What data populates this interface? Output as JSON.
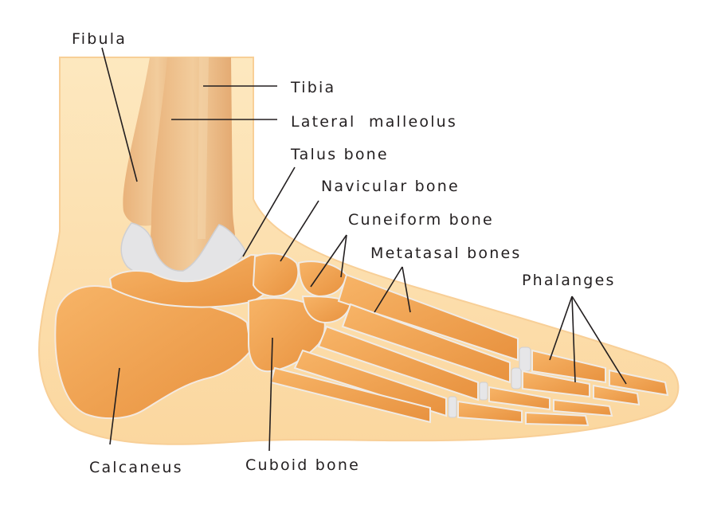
{
  "labels": {
    "fibula": "Fibula",
    "tibia": "Tibia",
    "lateral_malleolus": "Lateral  malleolus",
    "talus": "Talus bone",
    "navicular": "Navicular bone",
    "cuneiform": "Cuneiform bone",
    "metatarsal": "Metatasal bones",
    "phalanges": "Phalanges",
    "calcaneus": "Calcaneus",
    "cuboid": "Cuboid bone"
  },
  "colors": {
    "skin": "#fde3b3",
    "skin_edge": "#f7c98c",
    "bone": "#f0a050",
    "bone_light": "#f6b366",
    "bone_dark": "#e08c3c",
    "shin_bone": "#edbf8a",
    "cartilage": "#e2e2e4",
    "label_text": "#231f20"
  }
}
